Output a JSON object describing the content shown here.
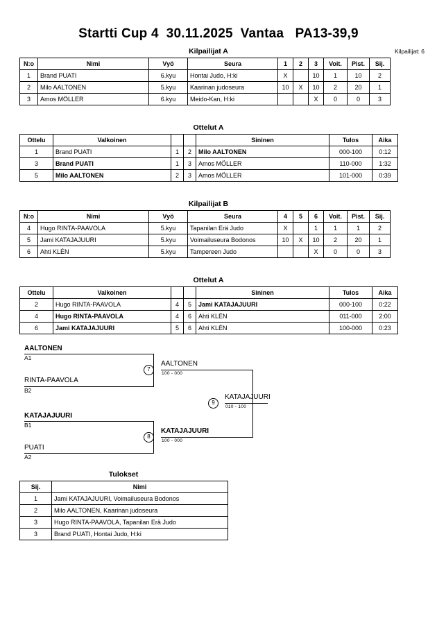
{
  "header": {
    "title": "Startti Cup 4  30.11.2025  Vantaa   PA13-39,9",
    "competitor_count_label": "Kilpailijat: 6"
  },
  "pool_a": {
    "caption": "Kilpailijat A",
    "columns": [
      "N:o",
      "Nimi",
      "Vyö",
      "Seura",
      "1",
      "2",
      "3",
      "Voit.",
      "Pist.",
      "Sij."
    ],
    "rows": [
      {
        "no": "1",
        "name": "Brand PUATI",
        "belt": "6.kyu",
        "club": "Hontai Judo, H:ki",
        "m1": "X",
        "m2": "",
        "m3": "10",
        "wins": "1",
        "points": "10",
        "rank": "2"
      },
      {
        "no": "2",
        "name": "Milo AALTONEN",
        "belt": "5.kyu",
        "club": "Kaarinan judoseura",
        "m1": "10",
        "m2": "X",
        "m3": "10",
        "wins": "2",
        "points": "20",
        "rank": "1"
      },
      {
        "no": "3",
        "name": "Amos MÖLLER",
        "belt": "6.kyu",
        "club": "Meido-Kan, H:ki",
        "m1": "",
        "m2": "",
        "m3": "X",
        "wins": "0",
        "points": "0",
        "rank": "3"
      }
    ]
  },
  "matches_a": {
    "caption": "Ottelut A",
    "columns": [
      "Ottelu",
      "Valkoinen",
      "",
      "",
      "Sininen",
      "Tulos",
      "Aika"
    ],
    "rows": [
      {
        "match": "1",
        "white": "Brand PUATI",
        "white_bold": false,
        "wno": "1",
        "bno": "2",
        "blue": "Milo AALTONEN",
        "blue_bold": true,
        "result": "000-100",
        "time": "0:12"
      },
      {
        "match": "3",
        "white": "Brand PUATI",
        "white_bold": true,
        "wno": "1",
        "bno": "3",
        "blue": "Amos MÖLLER",
        "blue_bold": false,
        "result": "110-000",
        "time": "1:32"
      },
      {
        "match": "5",
        "white": "Milo AALTONEN",
        "white_bold": true,
        "wno": "2",
        "bno": "3",
        "blue": "Amos MÖLLER",
        "blue_bold": false,
        "result": "101-000",
        "time": "0:39"
      }
    ]
  },
  "pool_b": {
    "caption": "Kilpailijat B",
    "columns": [
      "N:o",
      "Nimi",
      "Vyö",
      "Seura",
      "4",
      "5",
      "6",
      "Voit.",
      "Pist.",
      "Sij."
    ],
    "rows": [
      {
        "no": "4",
        "name": "Hugo RINTA-PAAVOLA",
        "belt": "5.kyu",
        "club": "Tapanilan Erä Judo",
        "m1": "X",
        "m2": "",
        "m3": "1",
        "wins": "1",
        "points": "1",
        "rank": "2"
      },
      {
        "no": "5",
        "name": "Jami KATAJAJUURI",
        "belt": "5.kyu",
        "club": "Voimailuseura Bodonos",
        "m1": "10",
        "m2": "X",
        "m3": "10",
        "wins": "2",
        "points": "20",
        "rank": "1"
      },
      {
        "no": "6",
        "name": "Ahti KLÉN",
        "belt": "5.kyu",
        "club": "Tampereen Judo",
        "m1": "",
        "m2": "",
        "m3": "X",
        "wins": "0",
        "points": "0",
        "rank": "3"
      }
    ]
  },
  "matches_b": {
    "caption": "Ottelut A",
    "columns": [
      "Ottelu",
      "Valkoinen",
      "",
      "",
      "Sininen",
      "Tulos",
      "Aika"
    ],
    "rows": [
      {
        "match": "2",
        "white": "Hugo RINTA-PAAVOLA",
        "white_bold": false,
        "wno": "4",
        "bno": "5",
        "blue": "Jami KATAJAJUURI",
        "blue_bold": true,
        "result": "000-100",
        "time": "0:22"
      },
      {
        "match": "4",
        "white": "Hugo RINTA-PAAVOLA",
        "white_bold": true,
        "wno": "4",
        "bno": "6",
        "blue": "Ahti KLÉN",
        "blue_bold": false,
        "result": "011-000",
        "time": "2:00"
      },
      {
        "match": "6",
        "white": "Jami KATAJAJUURI",
        "white_bold": true,
        "wno": "5",
        "bno": "6",
        "blue": "Ahti KLÉN",
        "blue_bold": false,
        "result": "100-000",
        "time": "0:23"
      }
    ]
  },
  "bracket": {
    "seeds": [
      {
        "name": "AALTONEN",
        "code": "A1",
        "bold": true
      },
      {
        "name": "RINTA-PAAVOLA",
        "code": "B2",
        "bold": false
      },
      {
        "name": "KATAJAJUURI",
        "code": "B1",
        "bold": true
      },
      {
        "name": "PUATI",
        "code": "A2",
        "bold": false
      }
    ],
    "semifinals": [
      {
        "node": "7",
        "winner": "AALTONEN",
        "score": "100 - 000",
        "bold": false
      },
      {
        "node": "8",
        "winner": "KATAJAJUURI",
        "score": "100 - 000",
        "bold": true
      }
    ],
    "final": {
      "node": "9",
      "winner": "KATAJAJUURI",
      "score": "010 - 100",
      "bold": false
    }
  },
  "results": {
    "caption": "Tulokset",
    "columns": [
      "Sij.",
      "Nimi"
    ],
    "rows": [
      {
        "rank": "1",
        "name": "Jami KATAJAJUURI, Voimailuseura Bodonos"
      },
      {
        "rank": "2",
        "name": "Milo AALTONEN, Kaarinan judoseura"
      },
      {
        "rank": "3",
        "name": "Hugo RINTA-PAAVOLA, Tapanilan Erä Judo"
      },
      {
        "rank": "3",
        "name": "Brand PUATI, Hontai Judo, H:ki"
      }
    ]
  }
}
